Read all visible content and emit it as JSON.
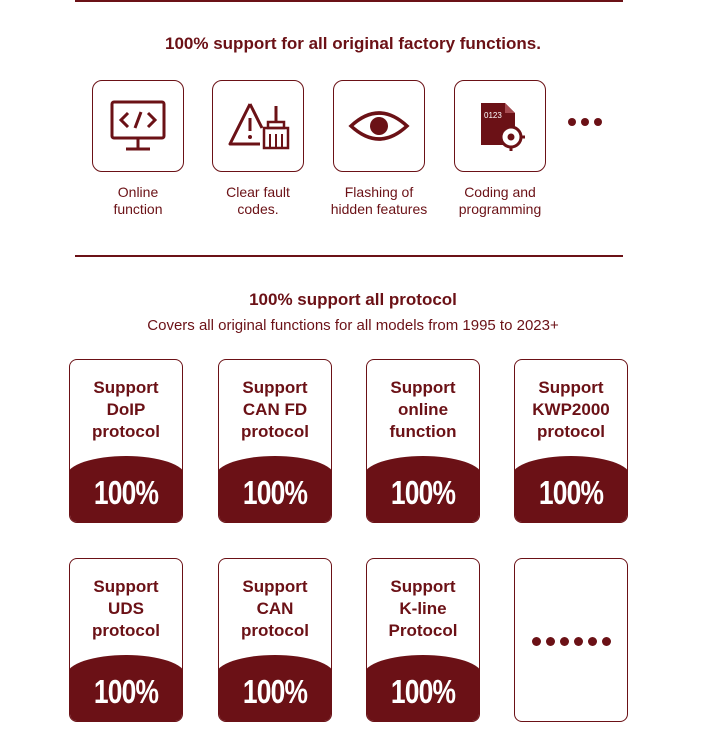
{
  "section1": {
    "heading": "100% support for all original factory functions.",
    "features": [
      {
        "icon": "code-monitor-icon",
        "label": "Online\nfunction"
      },
      {
        "icon": "warning-broom-icon",
        "label": "Clear fault\ncodes."
      },
      {
        "icon": "eye-icon",
        "label": "Flashing of\nhidden features"
      },
      {
        "icon": "code-file-gear-icon",
        "label": "Coding and\nprogramming",
        "file_text": "0123"
      }
    ]
  },
  "section2": {
    "heading": "100% support all protocol",
    "subheading": "Covers all original functions for all models from 1995 to 2023+",
    "cards": [
      {
        "title": "Support\nDoIP\nprotocol",
        "percent": "100%"
      },
      {
        "title": "Support\nCAN FD\nprotocol",
        "percent": "100%"
      },
      {
        "title": "Support\nonline\nfunction",
        "percent": "100%"
      },
      {
        "title": "Support\nKWP2000\nprotocol",
        "percent": "100%"
      },
      {
        "title": "Support\nUDS\nprotocol",
        "percent": "100%"
      },
      {
        "title": "Support\nCAN\nprotocol",
        "percent": "100%"
      },
      {
        "title": "Support\nK-line\nProtocol",
        "percent": "100%"
      }
    ]
  },
  "colors": {
    "accent": "#6b1116",
    "background": "#ffffff"
  }
}
